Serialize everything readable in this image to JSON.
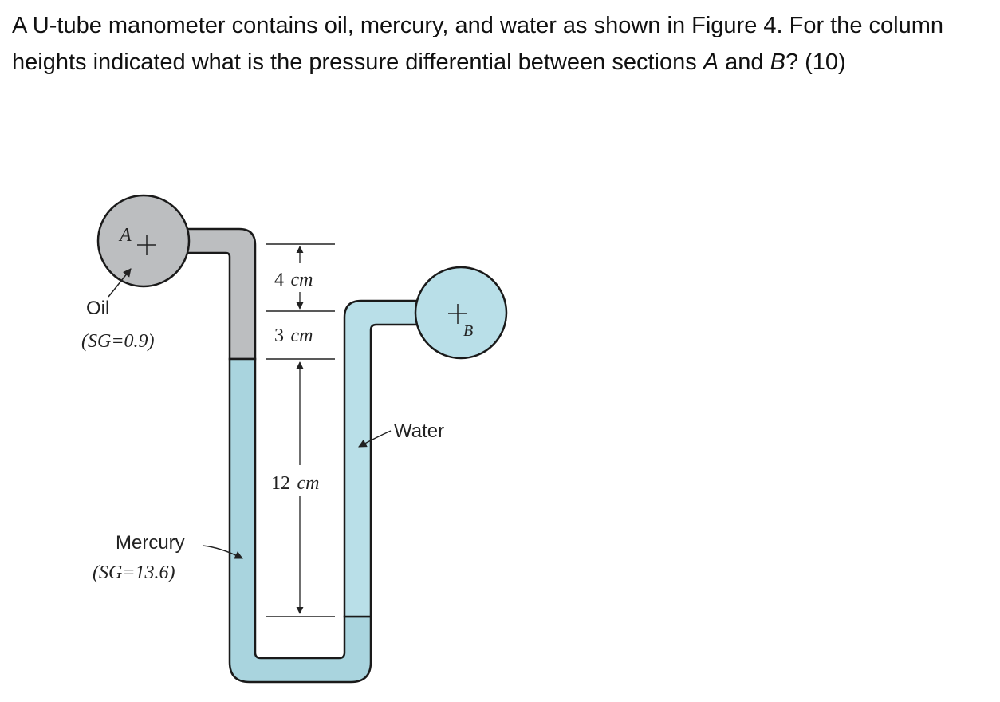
{
  "question": {
    "text_part1": "A U-tube manometer contains oil, mercury, and water as shown in Figure 4. For the column heights indicated what is the pressure differential between sections ",
    "section_a": "A",
    "text_and": " and ",
    "section_b": "B",
    "text_part2": "? (10)"
  },
  "diagram": {
    "point_a_label": "A",
    "point_b_label": "B",
    "oil_label": "Oil",
    "oil_sg": "(SG=0.9)",
    "mercury_label": "Mercury",
    "mercury_sg": "(SG=13.6)",
    "water_label": "Water",
    "dim_top_value": "4",
    "dim_top_unit": "cm",
    "dim_mid_value": "3",
    "dim_mid_unit": "cm",
    "dim_bottom_value": "12",
    "dim_bottom_unit": "cm"
  },
  "colors": {
    "oil": "#bcbec0",
    "mercury": "#a9d4de",
    "water": "#b9dfe8",
    "outline": "#1a1a1a"
  }
}
